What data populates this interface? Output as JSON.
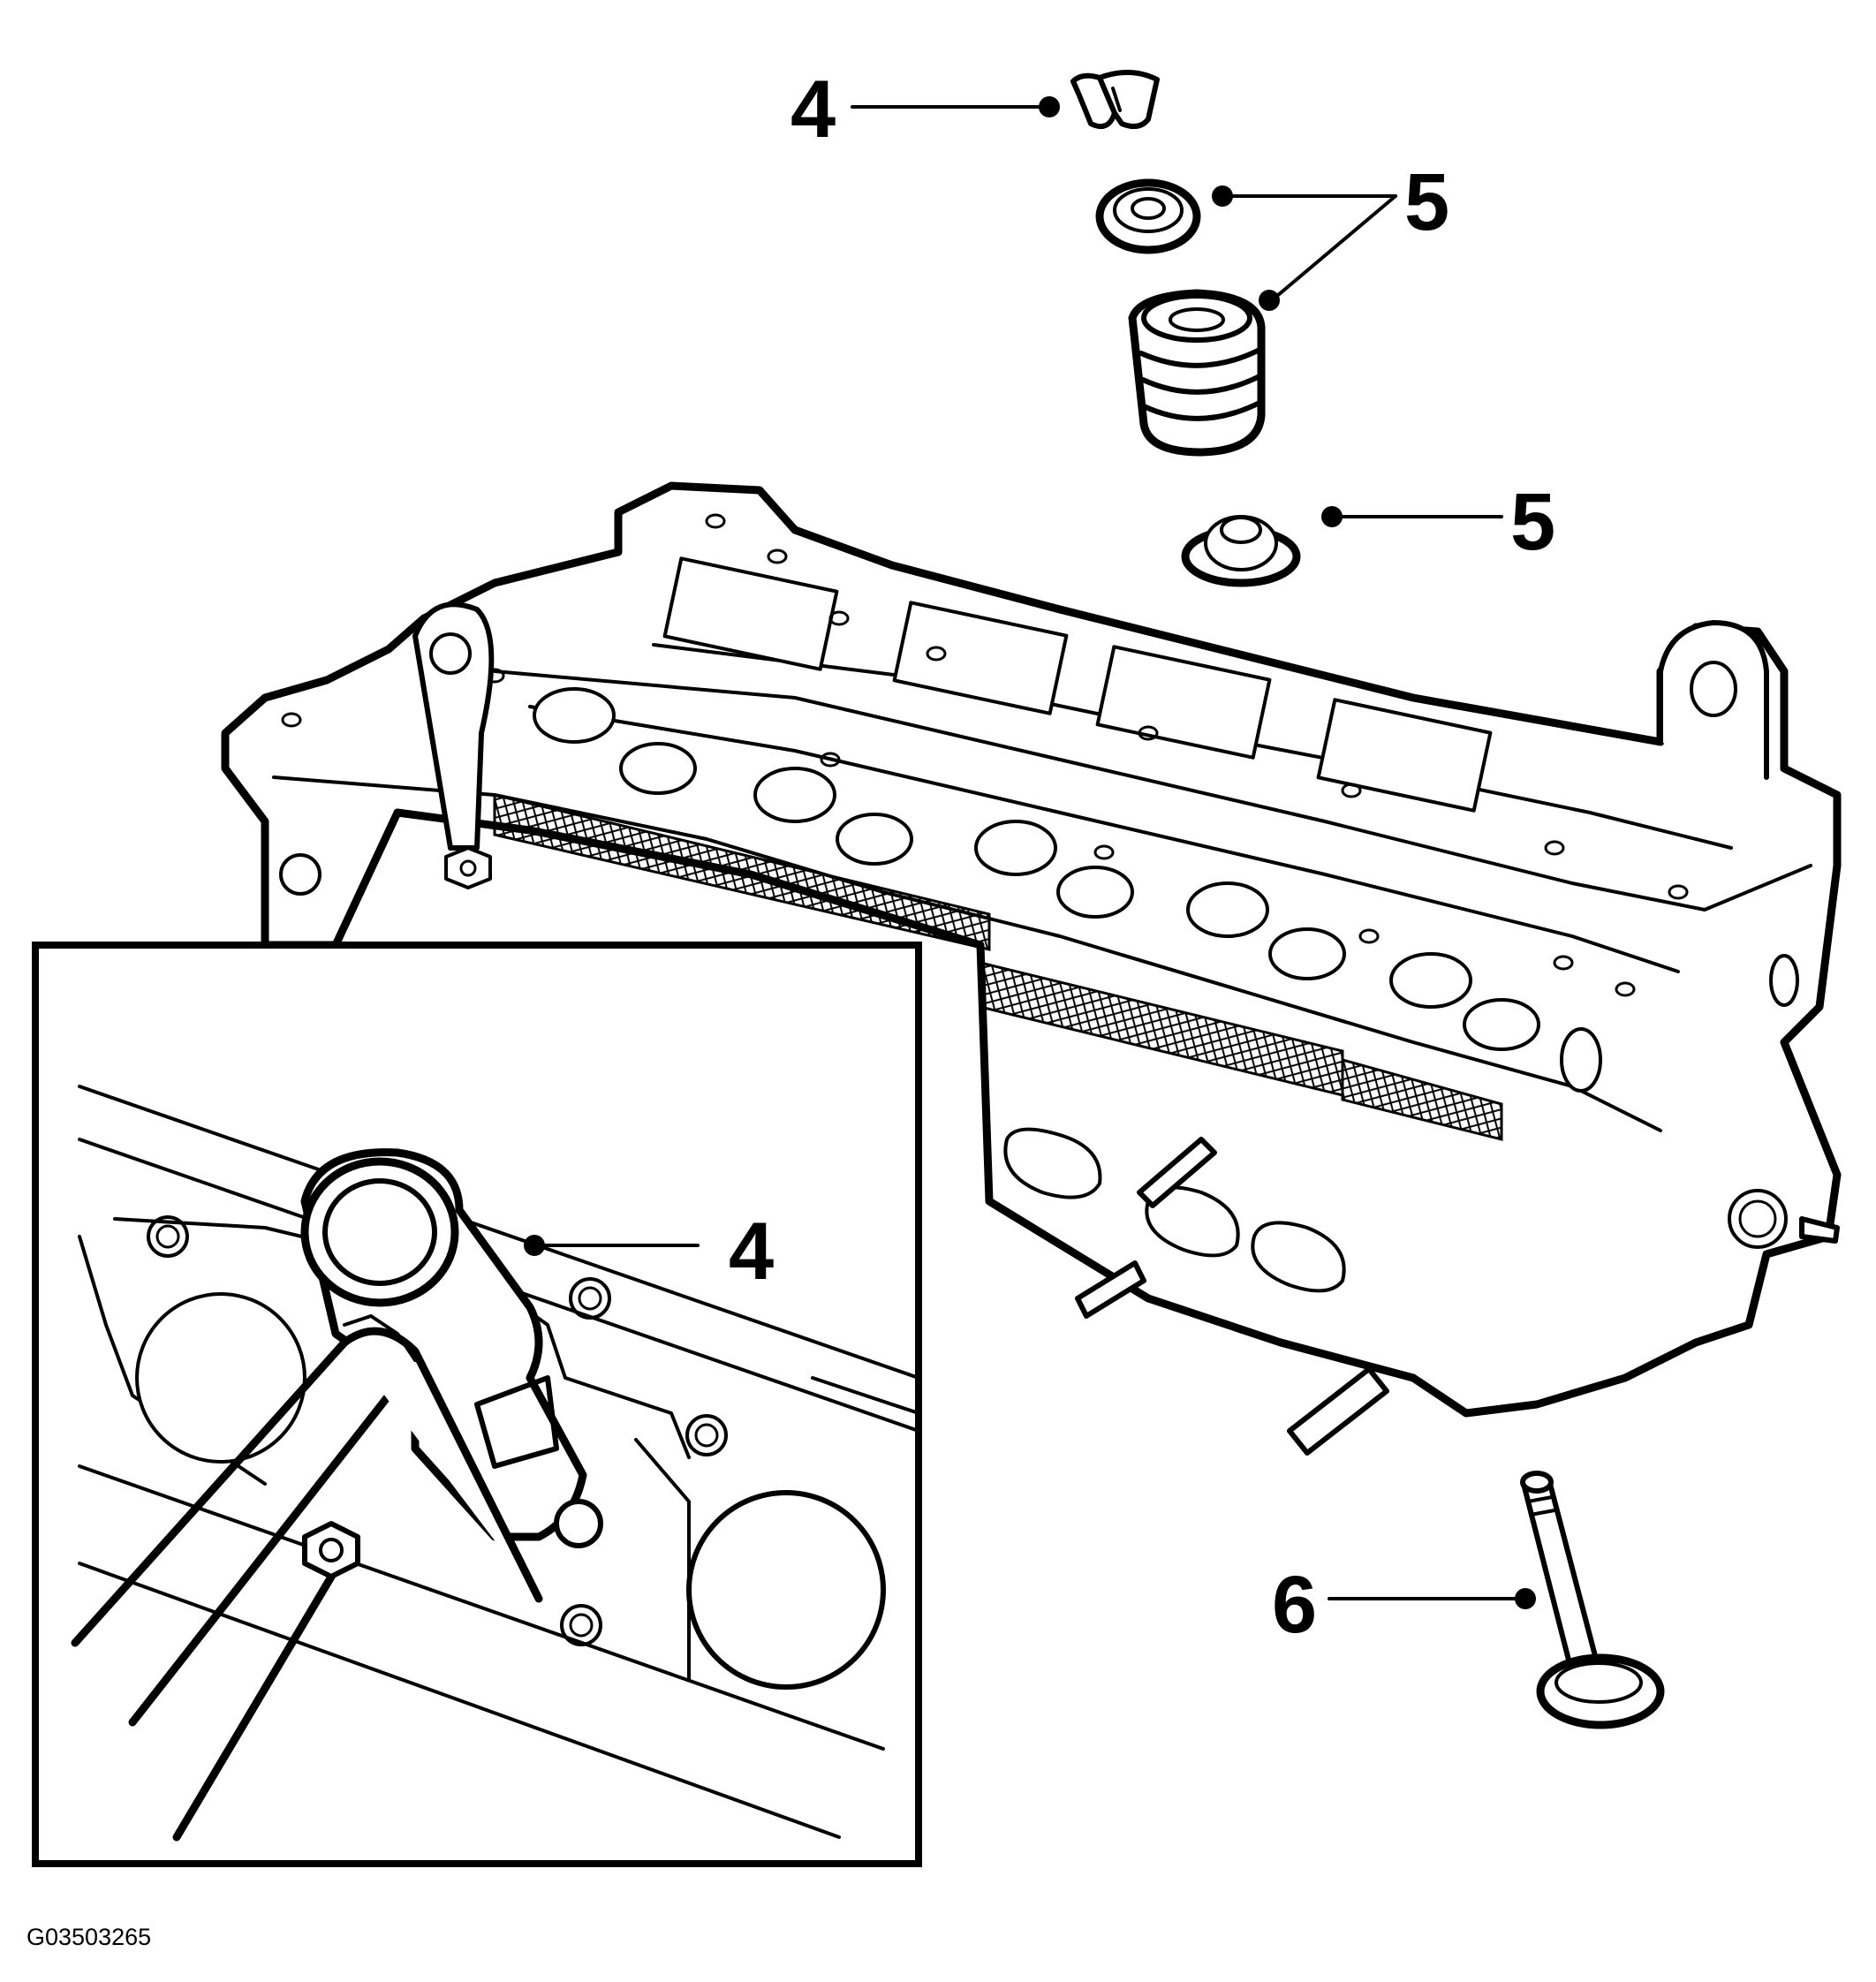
{
  "callouts": {
    "keepers": "4",
    "retainer": "5",
    "spring": "5",
    "seat": "5",
    "valve": "6",
    "inset_tool": "4"
  },
  "figure_id": "G03503265",
  "colors": {
    "ink": "#000000",
    "background": "#ffffff"
  }
}
